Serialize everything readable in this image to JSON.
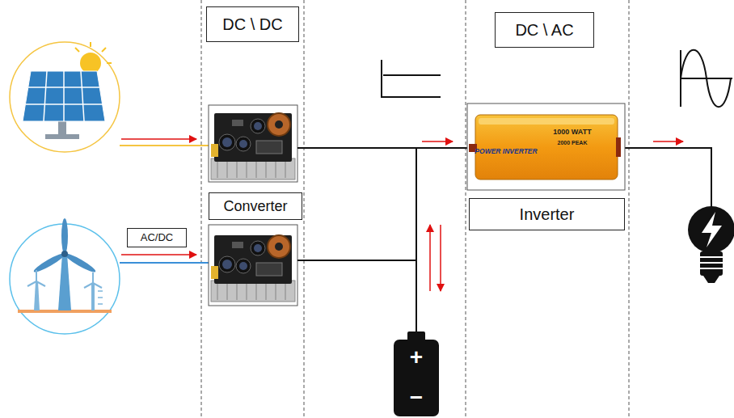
{
  "diagram": {
    "nodes": [
      {
        "text": [
          "DC \\ DC"
        ]
      },
      {
        "text": [
          "Converter"
        ]
      },
      {
        "text": [
          "AC/DC"
        ]
      },
      {
        "text": [
          "DC \\ AC"
        ]
      },
      {
        "text": [
          "Inverter"
        ]
      }
    ],
    "labels": [
      "POWER INVERTER",
      "1000 WATT",
      "2000 PEAK",
      "+",
      "−"
    ]
  }
}
